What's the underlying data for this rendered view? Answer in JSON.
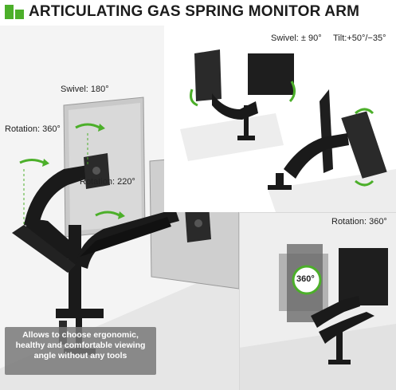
{
  "header": {
    "title": "ARTICULATING GAS SPRING MONITOR ARM"
  },
  "left_panel": {
    "swivel_label": "Swivel: 180°",
    "rotation_left_label": "Rotation: 360°",
    "rotation_arm_label": "Rotation: 220°",
    "caption": "Allows to choose ergonomic, healthy and comfortable viewing angle without any tools"
  },
  "top_right_panel": {
    "swivel_label": "Swivel: ± 90°",
    "tilt_label": "Tilt:+50°/−35°"
  },
  "bottom_right_panel": {
    "rotation_label": "Rotation: 360°",
    "badge": "360°"
  },
  "colors": {
    "accent_green": "#4caf2a",
    "arm_black": "#1a1a1a",
    "panel_gray": "#f4f4f4"
  }
}
